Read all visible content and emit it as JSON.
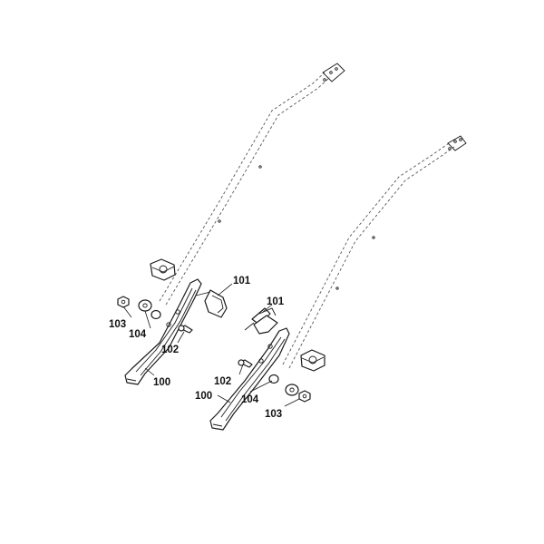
{
  "callouts": {
    "left_100": "100",
    "left_101": "101",
    "left_102": "102",
    "left_103": "103",
    "left_104": "104",
    "right_100": "100",
    "right_101": "101",
    "right_102": "102",
    "right_103": "103",
    "right_104": "104"
  }
}
